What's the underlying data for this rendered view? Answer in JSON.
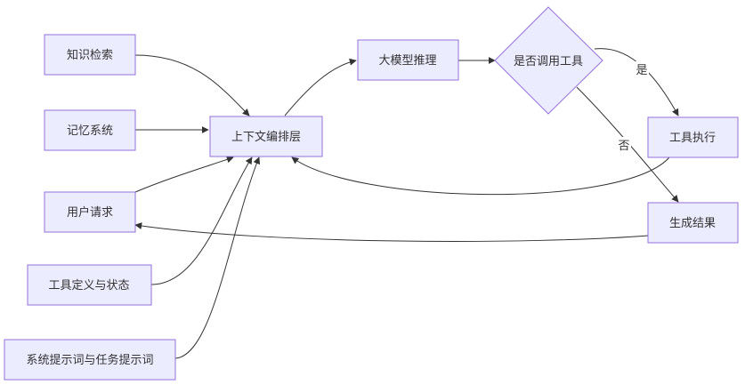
{
  "colors": {
    "node_fill": "#ECECFF",
    "node_stroke": "#9370DB",
    "edge": "#333333",
    "text": "#333333"
  },
  "nodes": {
    "knowledge": "知识检索",
    "memory": "记忆系统",
    "user_request": "用户请求",
    "tool_def": "工具定义与状态",
    "prompts": "系统提示词与任务提示词",
    "context": "上下文编排层",
    "llm": "大模型推理",
    "decision": "是否调用工具",
    "tool_exec": "工具执行",
    "result": "生成结果"
  },
  "edge_labels": {
    "yes": "是",
    "no": "否"
  }
}
